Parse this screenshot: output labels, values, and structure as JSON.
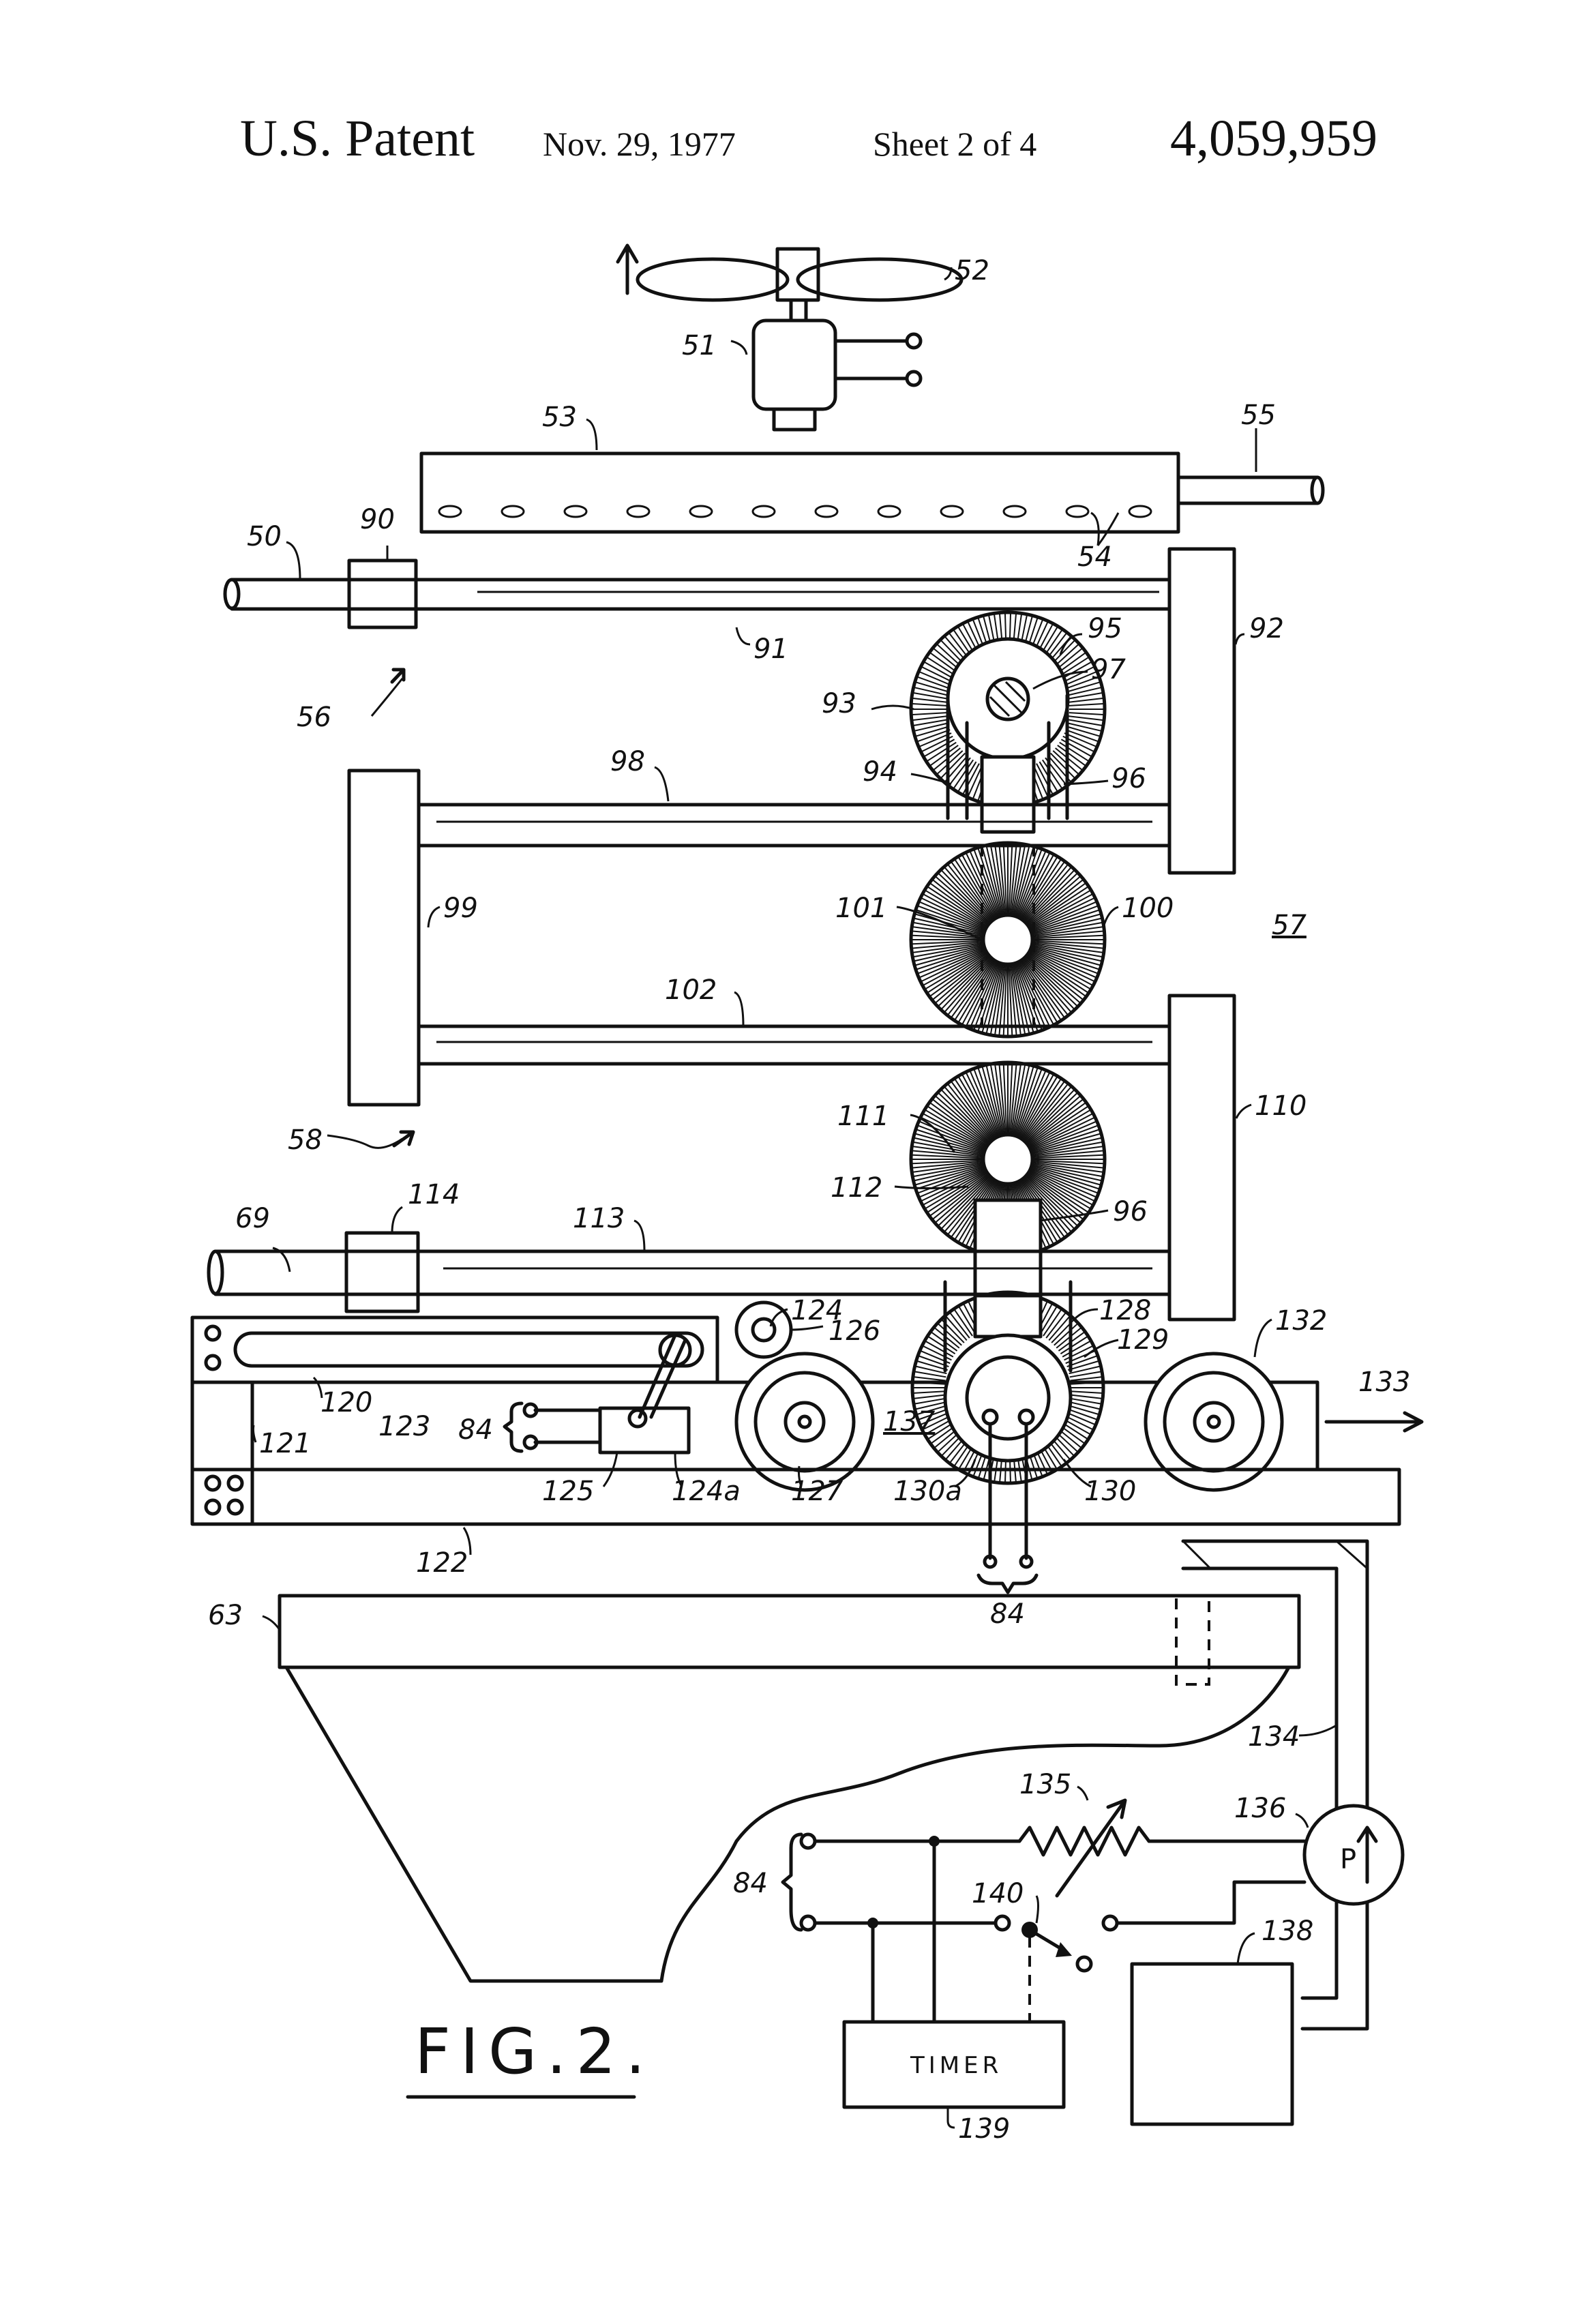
{
  "header": {
    "patent": "U.S. Patent",
    "date": "Nov. 29, 1977",
    "sheet": "Sheet 2 of 4",
    "number": "4,059,959"
  },
  "figure": {
    "title": "FIG.2.",
    "timer_label": "TIMER",
    "pump_label": "P"
  },
  "labels": {
    "l52": "52",
    "l51": "51",
    "l53": "53",
    "l55": "55",
    "l54": "54",
    "l50": "50",
    "l90": "90",
    "l91": "91",
    "l92": "92",
    "l56": "56",
    "l95": "95",
    "l97": "97",
    "l93": "93",
    "l94": "94",
    "l96a": "96",
    "l98": "98",
    "l99": "99",
    "l101": "101",
    "l100": "100",
    "l57": "57",
    "l102": "102",
    "l58": "58",
    "l111": "111",
    "l110": "110",
    "l112": "112",
    "l96b": "96",
    "l69": "69",
    "l114": "114",
    "l113": "113",
    "l124": "124",
    "l126": "126",
    "l128": "128",
    "l129": "129",
    "l132": "132",
    "l133": "133",
    "l120": "120",
    "l123": "123",
    "l84a": "84",
    "l121": "121",
    "l137": "137",
    "l125": "125",
    "l124a": "124a",
    "l127": "127",
    "l130a": "130a",
    "l130": "130",
    "l122": "122",
    "l84b": "84",
    "l63": "63",
    "l134": "134",
    "l135": "135",
    "l136": "136",
    "l84c": "84",
    "l140": "140",
    "l138": "138",
    "l139": "139"
  }
}
